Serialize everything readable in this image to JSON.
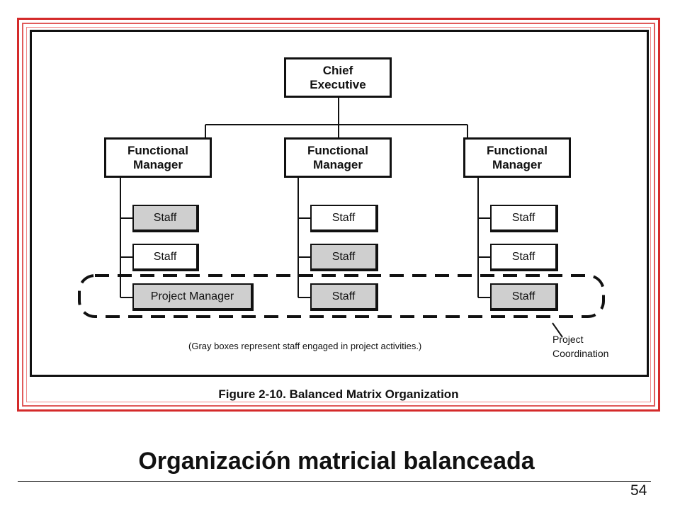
{
  "diagram": {
    "chief": "Chief\nExecutive",
    "functional_managers": [
      {
        "label": "Functional\nManager"
      },
      {
        "label": "Functional\nManager"
      },
      {
        "label": "Functional\nManager"
      }
    ],
    "staff": [
      [
        {
          "label": "Staff",
          "gray": true
        },
        {
          "label": "Staff",
          "gray": false
        },
        {
          "label": "Project Manager",
          "gray": true
        }
      ],
      [
        {
          "label": "Staff",
          "gray": false
        },
        {
          "label": "Staff",
          "gray": true
        },
        {
          "label": "Staff",
          "gray": true
        }
      ],
      [
        {
          "label": "Staff",
          "gray": false
        },
        {
          "label": "Staff",
          "gray": false
        },
        {
          "label": "Staff",
          "gray": true
        }
      ]
    ],
    "note": "(Gray boxes represent staff engaged in project activities.)",
    "coordination_label": "Project\nCoordination",
    "figure_caption": "Figure 2-10. Balanced Matrix Organization",
    "gray_color": "#cfcfcf",
    "frame_color": "#d42a2a"
  },
  "slide": {
    "title": "Organización matricial balanceada",
    "page_number": "54"
  }
}
